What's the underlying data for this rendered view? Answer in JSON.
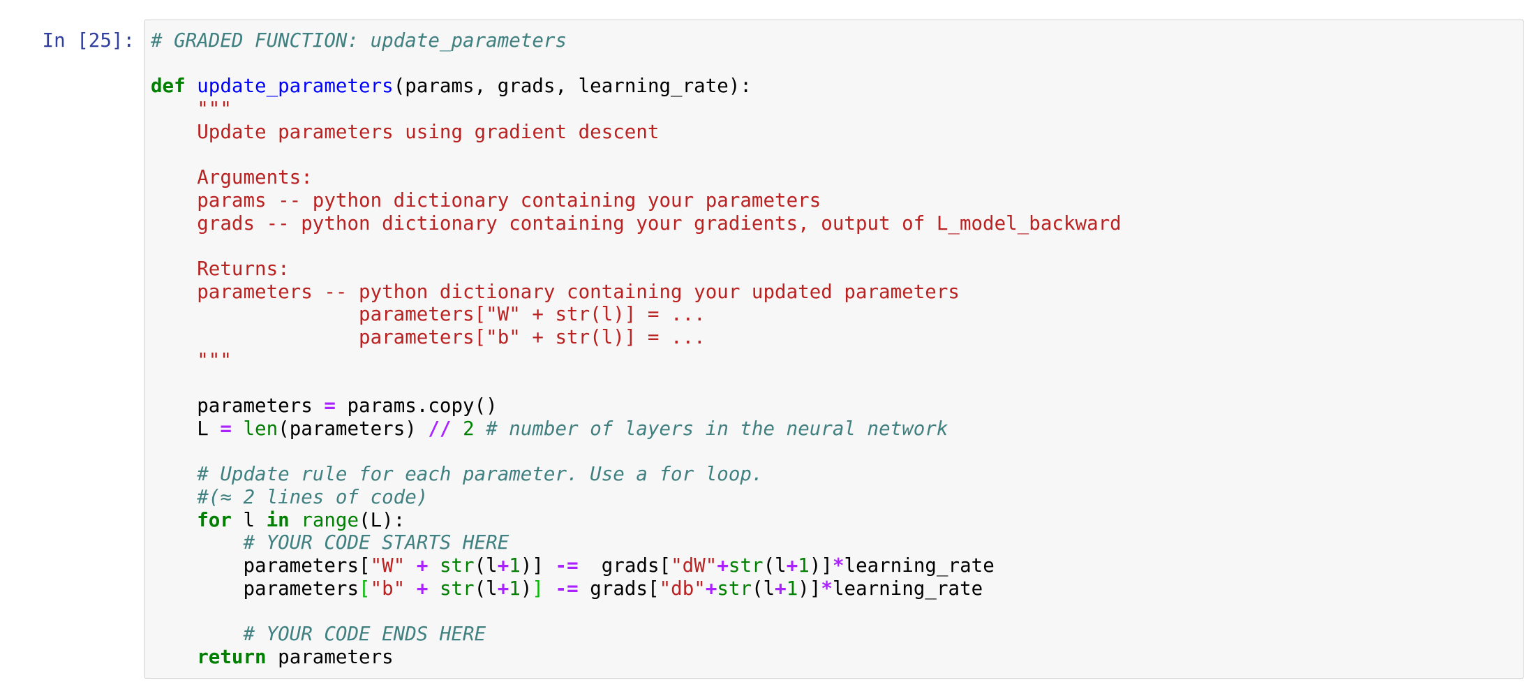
{
  "notebook": {
    "prompt": "In [25]:",
    "colors": {
      "prompt": "#303F9F",
      "cell_background": "#f7f7f7",
      "cell_border": "#cfcfcf",
      "comment": "#408080",
      "keyword": "#008000",
      "def_name": "#0000FF",
      "builtin": "#008000",
      "string": "#BA2121",
      "docstring": "#BA2121",
      "operator": "#AA22FF",
      "number": "#008000",
      "plain": "#000000",
      "matching_bracket": "#00BB00"
    },
    "code": {
      "lines": [
        [
          [
            "c",
            "# GRADED FUNCTION: update_parameters"
          ]
        ],
        [],
        [
          [
            "k",
            "def"
          ],
          [
            "t",
            " "
          ],
          [
            "f",
            "update_parameters"
          ],
          [
            "t",
            "(params, grads, learning_rate):"
          ]
        ],
        [
          [
            "d",
            "    \"\"\""
          ]
        ],
        [
          [
            "d",
            "    Update parameters using gradient descent"
          ]
        ],
        [],
        [
          [
            "d",
            "    Arguments:"
          ]
        ],
        [
          [
            "d",
            "    params -- python dictionary containing your parameters"
          ]
        ],
        [
          [
            "d",
            "    grads -- python dictionary containing your gradients, output of L_model_backward"
          ]
        ],
        [],
        [
          [
            "d",
            "    Returns:"
          ]
        ],
        [
          [
            "d",
            "    parameters -- python dictionary containing your updated parameters"
          ]
        ],
        [
          [
            "d",
            "                  parameters[\"W\" + str(l)] = ..."
          ]
        ],
        [
          [
            "d",
            "                  parameters[\"b\" + str(l)] = ..."
          ]
        ],
        [
          [
            "d",
            "    \"\"\""
          ]
        ],
        [],
        [
          [
            "t",
            "    parameters "
          ],
          [
            "o",
            "="
          ],
          [
            "t",
            " params.copy()"
          ]
        ],
        [
          [
            "t",
            "    L "
          ],
          [
            "o",
            "="
          ],
          [
            "t",
            " "
          ],
          [
            "b",
            "len"
          ],
          [
            "t",
            "(parameters) "
          ],
          [
            "o",
            "//"
          ],
          [
            "t",
            " "
          ],
          [
            "n",
            "2"
          ],
          [
            "t",
            " "
          ],
          [
            "c",
            "# number of layers in the neural network"
          ]
        ],
        [],
        [
          [
            "c",
            "    # Update rule for each parameter. Use a for loop."
          ]
        ],
        [
          [
            "c",
            "    #(≈ 2 lines of code)"
          ]
        ],
        [
          [
            "t",
            "    "
          ],
          [
            "k",
            "for"
          ],
          [
            "t",
            " l "
          ],
          [
            "k",
            "in"
          ],
          [
            "t",
            " "
          ],
          [
            "b",
            "range"
          ],
          [
            "t",
            "(L):"
          ]
        ],
        [
          [
            "c",
            "        # YOUR CODE STARTS HERE"
          ]
        ],
        [
          [
            "t",
            "        parameters["
          ],
          [
            "s",
            "\"W\""
          ],
          [
            "t",
            " "
          ],
          [
            "o",
            "+"
          ],
          [
            "t",
            " "
          ],
          [
            "b",
            "str"
          ],
          [
            "t",
            "(l"
          ],
          [
            "o",
            "+"
          ],
          [
            "n",
            "1"
          ],
          [
            "t",
            ")] "
          ],
          [
            "o",
            "-="
          ],
          [
            "t",
            "  grads["
          ],
          [
            "s",
            "\"dW\""
          ],
          [
            "o",
            "+"
          ],
          [
            "b",
            "str"
          ],
          [
            "t",
            "(l"
          ],
          [
            "o",
            "+"
          ],
          [
            "n",
            "1"
          ],
          [
            "t",
            ")]"
          ],
          [
            "o",
            "*"
          ],
          [
            "t",
            "learning_rate"
          ]
        ],
        [
          [
            "t",
            "        parameters"
          ],
          [
            "mb",
            "["
          ],
          [
            "s",
            "\"b\""
          ],
          [
            "t",
            " "
          ],
          [
            "o",
            "+"
          ],
          [
            "t",
            " "
          ],
          [
            "b",
            "str"
          ],
          [
            "t",
            "(l"
          ],
          [
            "o",
            "+"
          ],
          [
            "n",
            "1"
          ],
          [
            "t",
            ")"
          ],
          [
            "mb",
            "]"
          ],
          [
            "t",
            " "
          ],
          [
            "o",
            "-="
          ],
          [
            "t",
            " grads["
          ],
          [
            "s",
            "\"db\""
          ],
          [
            "o",
            "+"
          ],
          [
            "b",
            "str"
          ],
          [
            "t",
            "(l"
          ],
          [
            "o",
            "+"
          ],
          [
            "n",
            "1"
          ],
          [
            "t",
            ")]"
          ],
          [
            "o",
            "*"
          ],
          [
            "t",
            "learning_rate"
          ]
        ],
        [],
        [
          [
            "c",
            "        # YOUR CODE ENDS HERE"
          ]
        ],
        [
          [
            "t",
            "    "
          ],
          [
            "k",
            "return"
          ],
          [
            "t",
            " parameters"
          ]
        ]
      ]
    }
  }
}
